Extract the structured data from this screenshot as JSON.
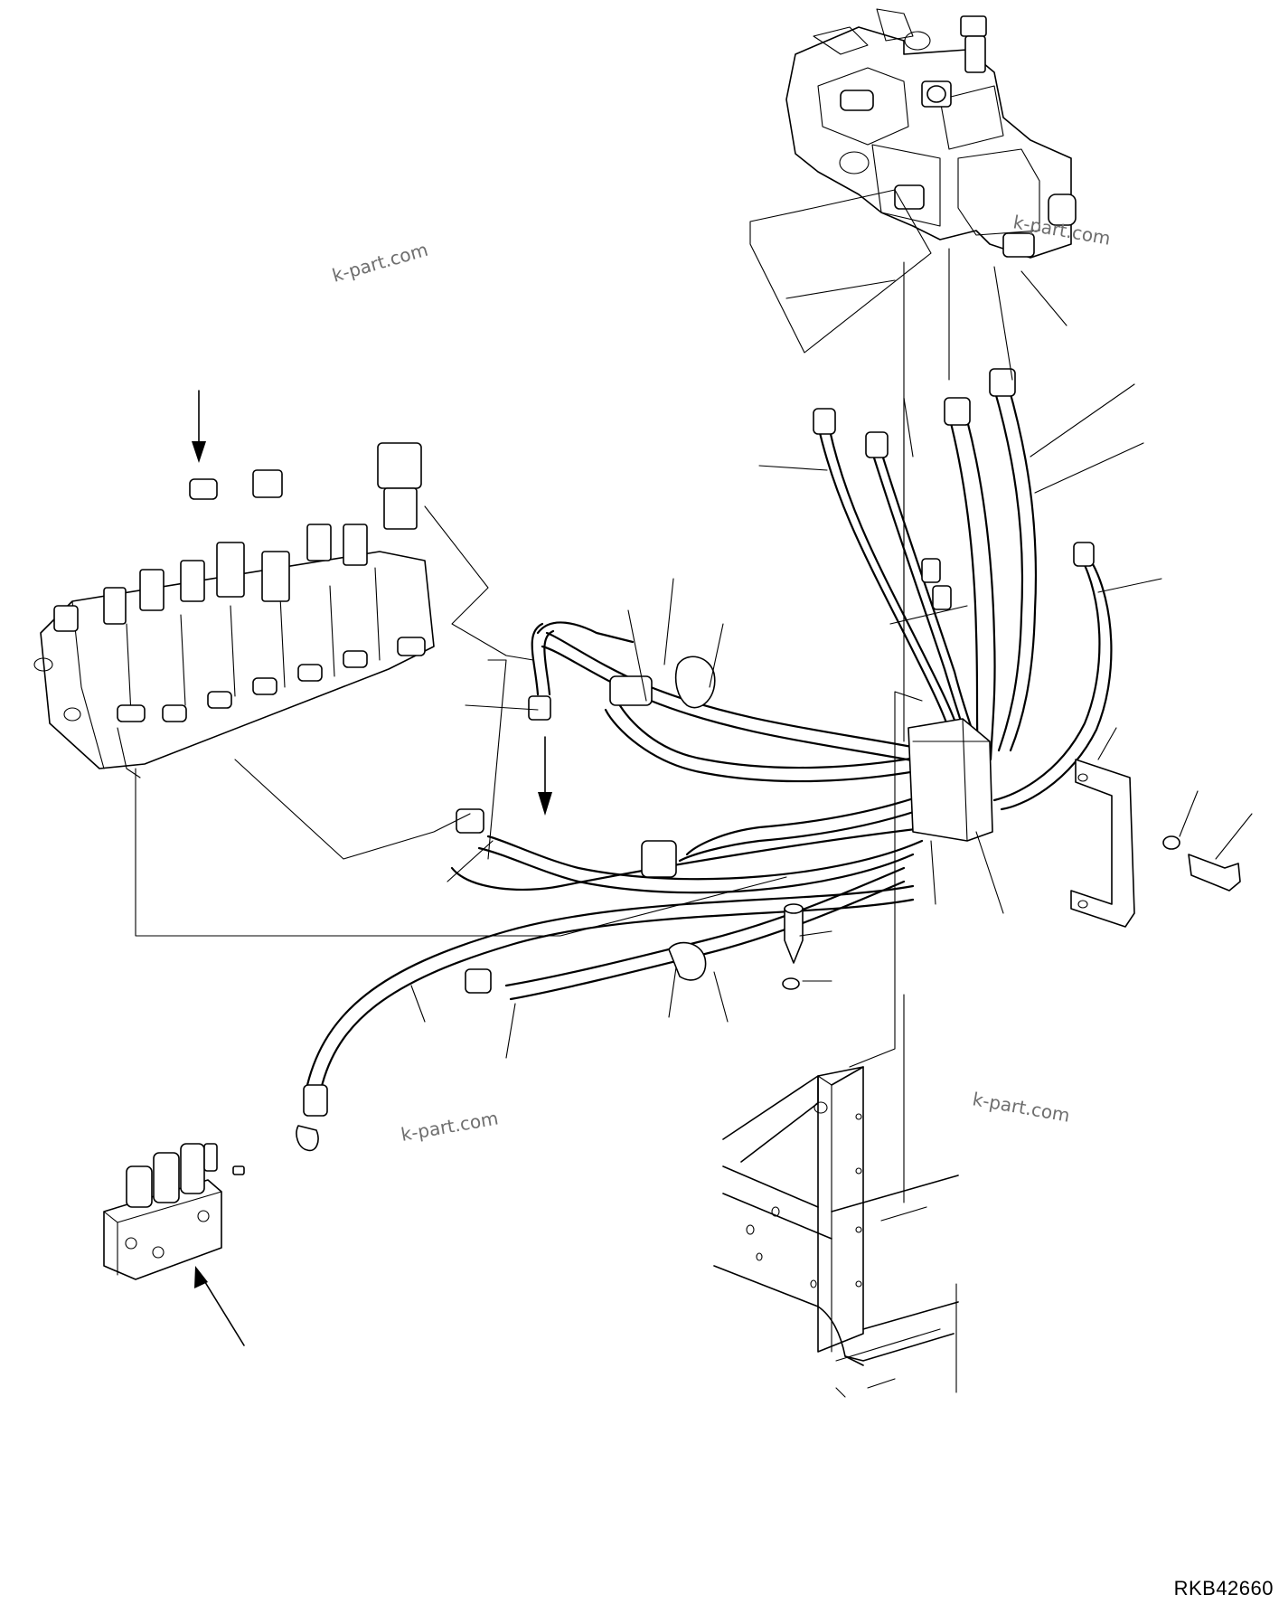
{
  "watermarks": [
    "k-part.com",
    "k-part.com",
    "k-part.com",
    "k-part.com"
  ],
  "drawing_code": "RKB42660"
}
